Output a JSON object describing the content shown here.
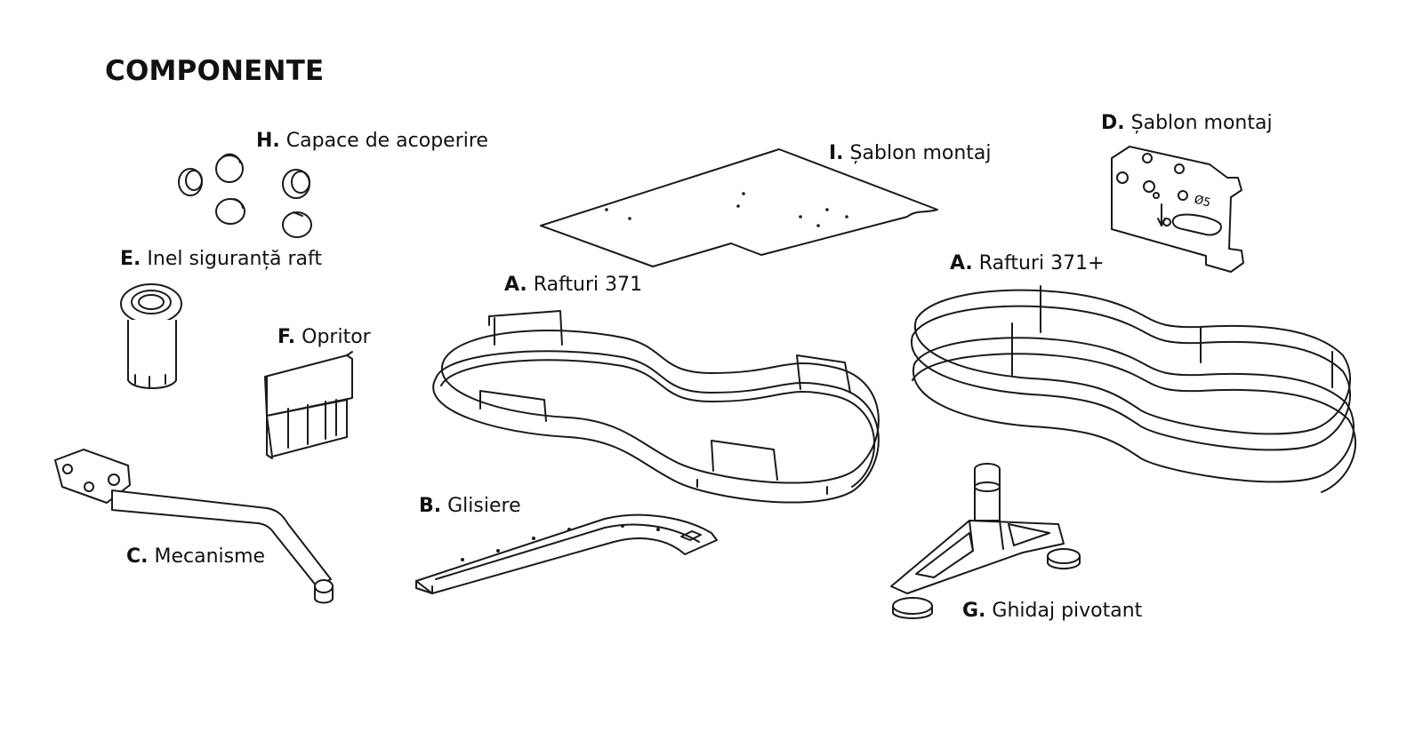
{
  "title": "COMPONENTE",
  "labels": {
    "H": {
      "letter": "H.",
      "text": " Capace de acoperire"
    },
    "I": {
      "letter": "I.",
      "text": " Șablon montaj"
    },
    "D": {
      "letter": "D.",
      "text": " Șablon montaj"
    },
    "E": {
      "letter": "E.",
      "text": " Inel siguranță raft"
    },
    "A1": {
      "letter": "A.",
      "text": " Rafturi 371"
    },
    "A2": {
      "letter": "A.",
      "text": " Rafturi 371+"
    },
    "F": {
      "letter": "F.",
      "text": " Opritor"
    },
    "B": {
      "letter": "B.",
      "text": " Glisiere"
    },
    "C": {
      "letter": "C.",
      "text": " Mecanisme"
    },
    "G": {
      "letter": "G.",
      "text": " Ghidaj pivotant"
    }
  },
  "template_marking": "Ø5"
}
